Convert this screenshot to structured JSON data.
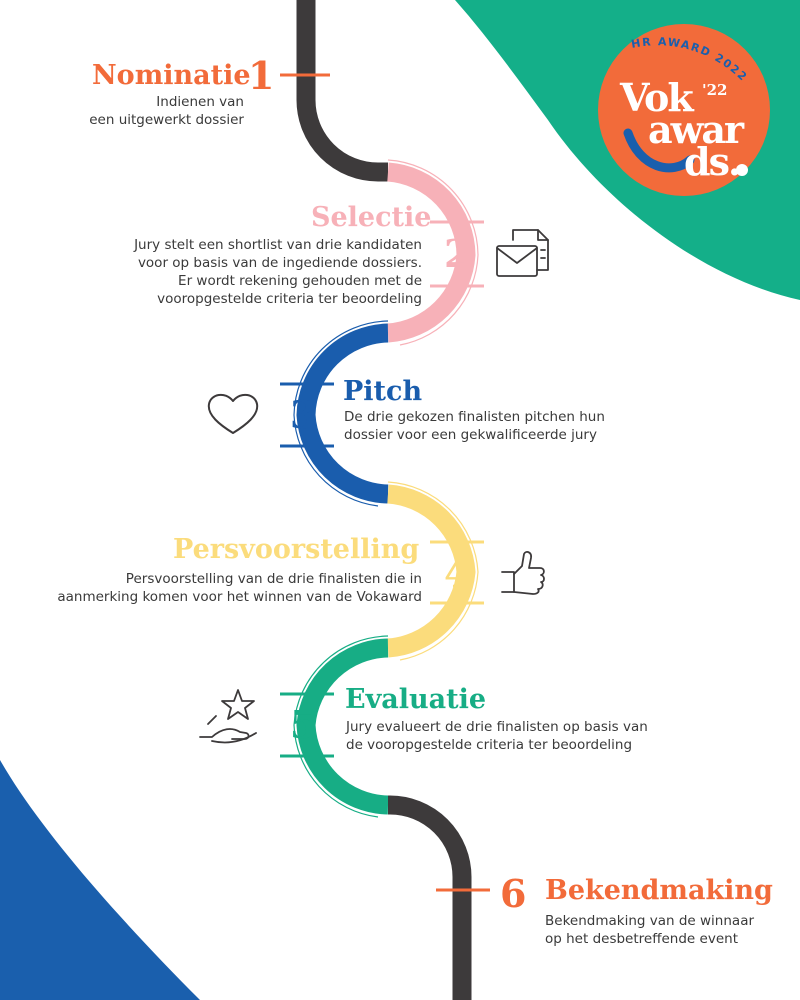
{
  "colors": {
    "orange": "#f26b3a",
    "pink": "#f7b1b8",
    "blue": "#1a5dad",
    "yellow": "#fbdc7c",
    "green": "#17ad85",
    "dark": "#3d3a3b",
    "corner_green": "#14af89",
    "corner_blue": "#1a5fad"
  },
  "logo": {
    "badge_text": "HR AWARD 2022",
    "line1": "Vok",
    "sup": "'22",
    "line2": "awar",
    "line3": "ds."
  },
  "steps": [
    {
      "number": "1",
      "title": "Nominatie",
      "desc": [
        "Indienen van",
        "een uitgewerkt dossier"
      ],
      "color": "#f26b3a",
      "icon": "none"
    },
    {
      "number": "2",
      "title": "Selectie",
      "desc": [
        "Jury stelt een shortlist van drie kandidaten",
        "voor op basis van de ingediende dossiers.",
        "Er wordt rekening gehouden met de",
        "vooropgestelde criteria ter beoordeling"
      ],
      "color": "#f7b1b8",
      "icon": "documents-mail-icon"
    },
    {
      "number": "3",
      "title": "Pitch",
      "desc": [
        "De drie gekozen finalisten pitchen hun",
        "dossier voor een gekwalificeerde jury"
      ],
      "color": "#1a5dad",
      "icon": "heart-icon"
    },
    {
      "number": "4",
      "title": "Persvoorstelling",
      "desc": [
        "Persvoorstelling van de drie finalisten die in",
        "aanmerking komen voor het winnen van de Vokaward"
      ],
      "color": "#fbdc7c",
      "icon": "thumbs-up-icon"
    },
    {
      "number": "5",
      "title": "Evaluatie",
      "desc": [
        "Jury evalueert de drie finalisten op basis van",
        "de vooropgestelde criteria ter beoordeling"
      ],
      "color": "#17ad85",
      "icon": "hand-star-icon"
    },
    {
      "number": "6",
      "title": "Bekendmaking",
      "desc": [
        "Bekendmaking van de winnaar",
        "op het desbetreffende event"
      ],
      "color": "#f26b3a",
      "icon": "none"
    }
  ]
}
